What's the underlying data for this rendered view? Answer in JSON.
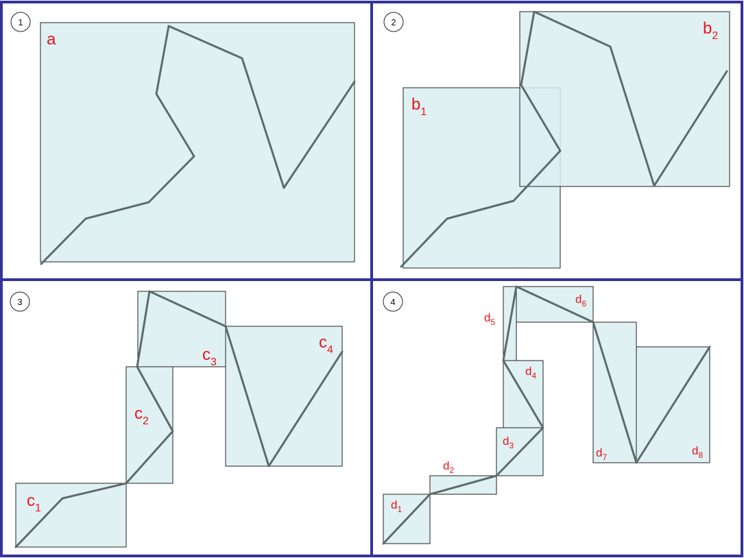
{
  "panels": [
    {
      "number": "1",
      "labels": [
        {
          "main": "a",
          "sub": ""
        }
      ]
    },
    {
      "number": "2",
      "labels": [
        {
          "main": "b",
          "sub": "1"
        },
        {
          "main": "b",
          "sub": "2"
        }
      ]
    },
    {
      "number": "3",
      "labels": [
        {
          "main": "c",
          "sub": "1"
        },
        {
          "main": "c",
          "sub": "2"
        },
        {
          "main": "c",
          "sub": "3"
        },
        {
          "main": "c",
          "sub": "4"
        }
      ]
    },
    {
      "number": "4",
      "labels": [
        {
          "main": "d",
          "sub": "1"
        },
        {
          "main": "d",
          "sub": "2"
        },
        {
          "main": "d",
          "sub": "3"
        },
        {
          "main": "d",
          "sub": "4"
        },
        {
          "main": "d",
          "sub": "5"
        },
        {
          "main": "d",
          "sub": "6"
        },
        {
          "main": "d",
          "sub": "7"
        },
        {
          "main": "d",
          "sub": "8"
        }
      ]
    }
  ],
  "colors": {
    "frame": "#333399",
    "box_fill": "#dbeef1",
    "path": "#5e6b6c",
    "label": "#e8141b"
  }
}
